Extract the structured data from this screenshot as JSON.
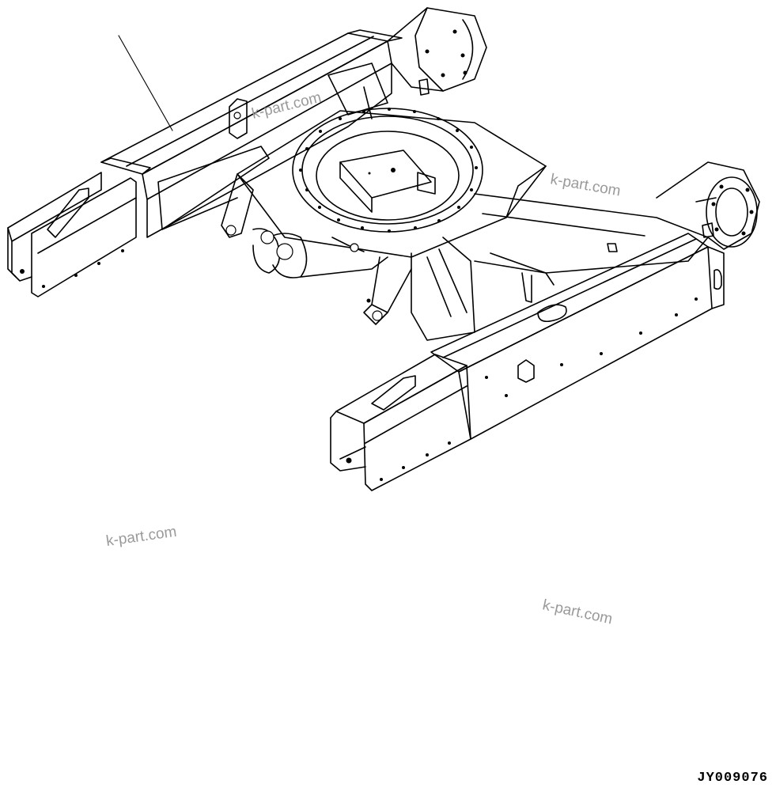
{
  "drawing": {
    "id": "JY009076",
    "subject": "track-frame",
    "line_color": "#000000",
    "background_color": "#ffffff"
  },
  "watermarks": [
    {
      "text": "k-part.com"
    },
    {
      "text": "k-part.com"
    },
    {
      "text": "k-part.com"
    },
    {
      "text": "k-part.com"
    }
  ],
  "watermark_color": "#9a9a9a"
}
